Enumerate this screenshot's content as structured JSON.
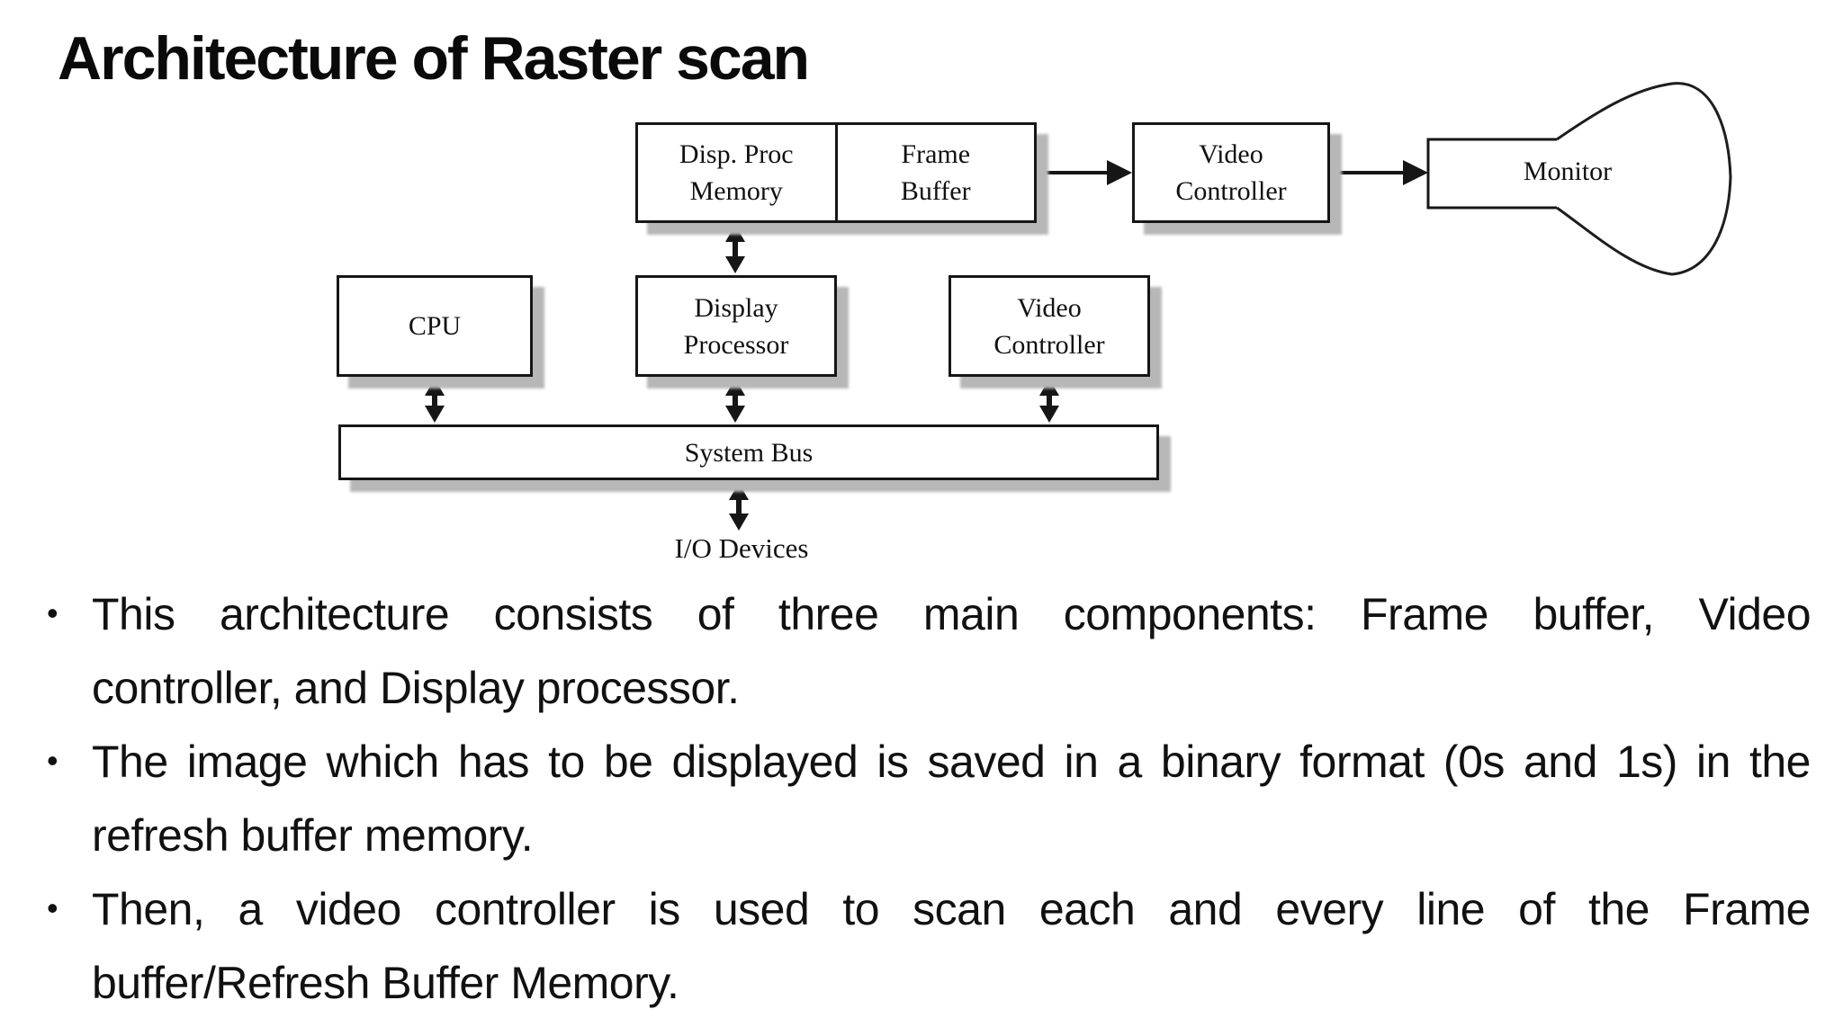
{
  "title": "Architecture of Raster scan",
  "bullet_glyph": "•",
  "diagram": {
    "disp_proc_memory": "Disp. Proc\nMemory",
    "frame_buffer": "Frame\nBuffer",
    "video_controller_top": "Video\nController",
    "monitor": "Monitor",
    "cpu": "CPU",
    "display_processor": "Display\nProcessor",
    "video_controller_mid": "Video\nController",
    "system_bus": "System Bus",
    "io_devices": "I/O Devices"
  },
  "bullets": [
    {
      "lines": [
        "This  architecture  consists  of  three  main  components:  Frame  buffer,  Video",
        "controller, and Display processor."
      ]
    },
    {
      "lines": [
        "The image which has to be displayed is saved in a binary format (0s and 1s) in the",
        "refresh buffer memory."
      ]
    },
    {
      "lines": [
        "Then,  a  video  controller  is  used  to  scan  each  and  every  line  of  the  Frame",
        "buffer/Refresh Buffer Memory."
      ]
    }
  ],
  "colors": {
    "background": "#ffffff",
    "ink": "#111111",
    "box_border": "#161616",
    "box_shadow": "#b7b7b7",
    "title_ink": "#0a0a0a"
  }
}
